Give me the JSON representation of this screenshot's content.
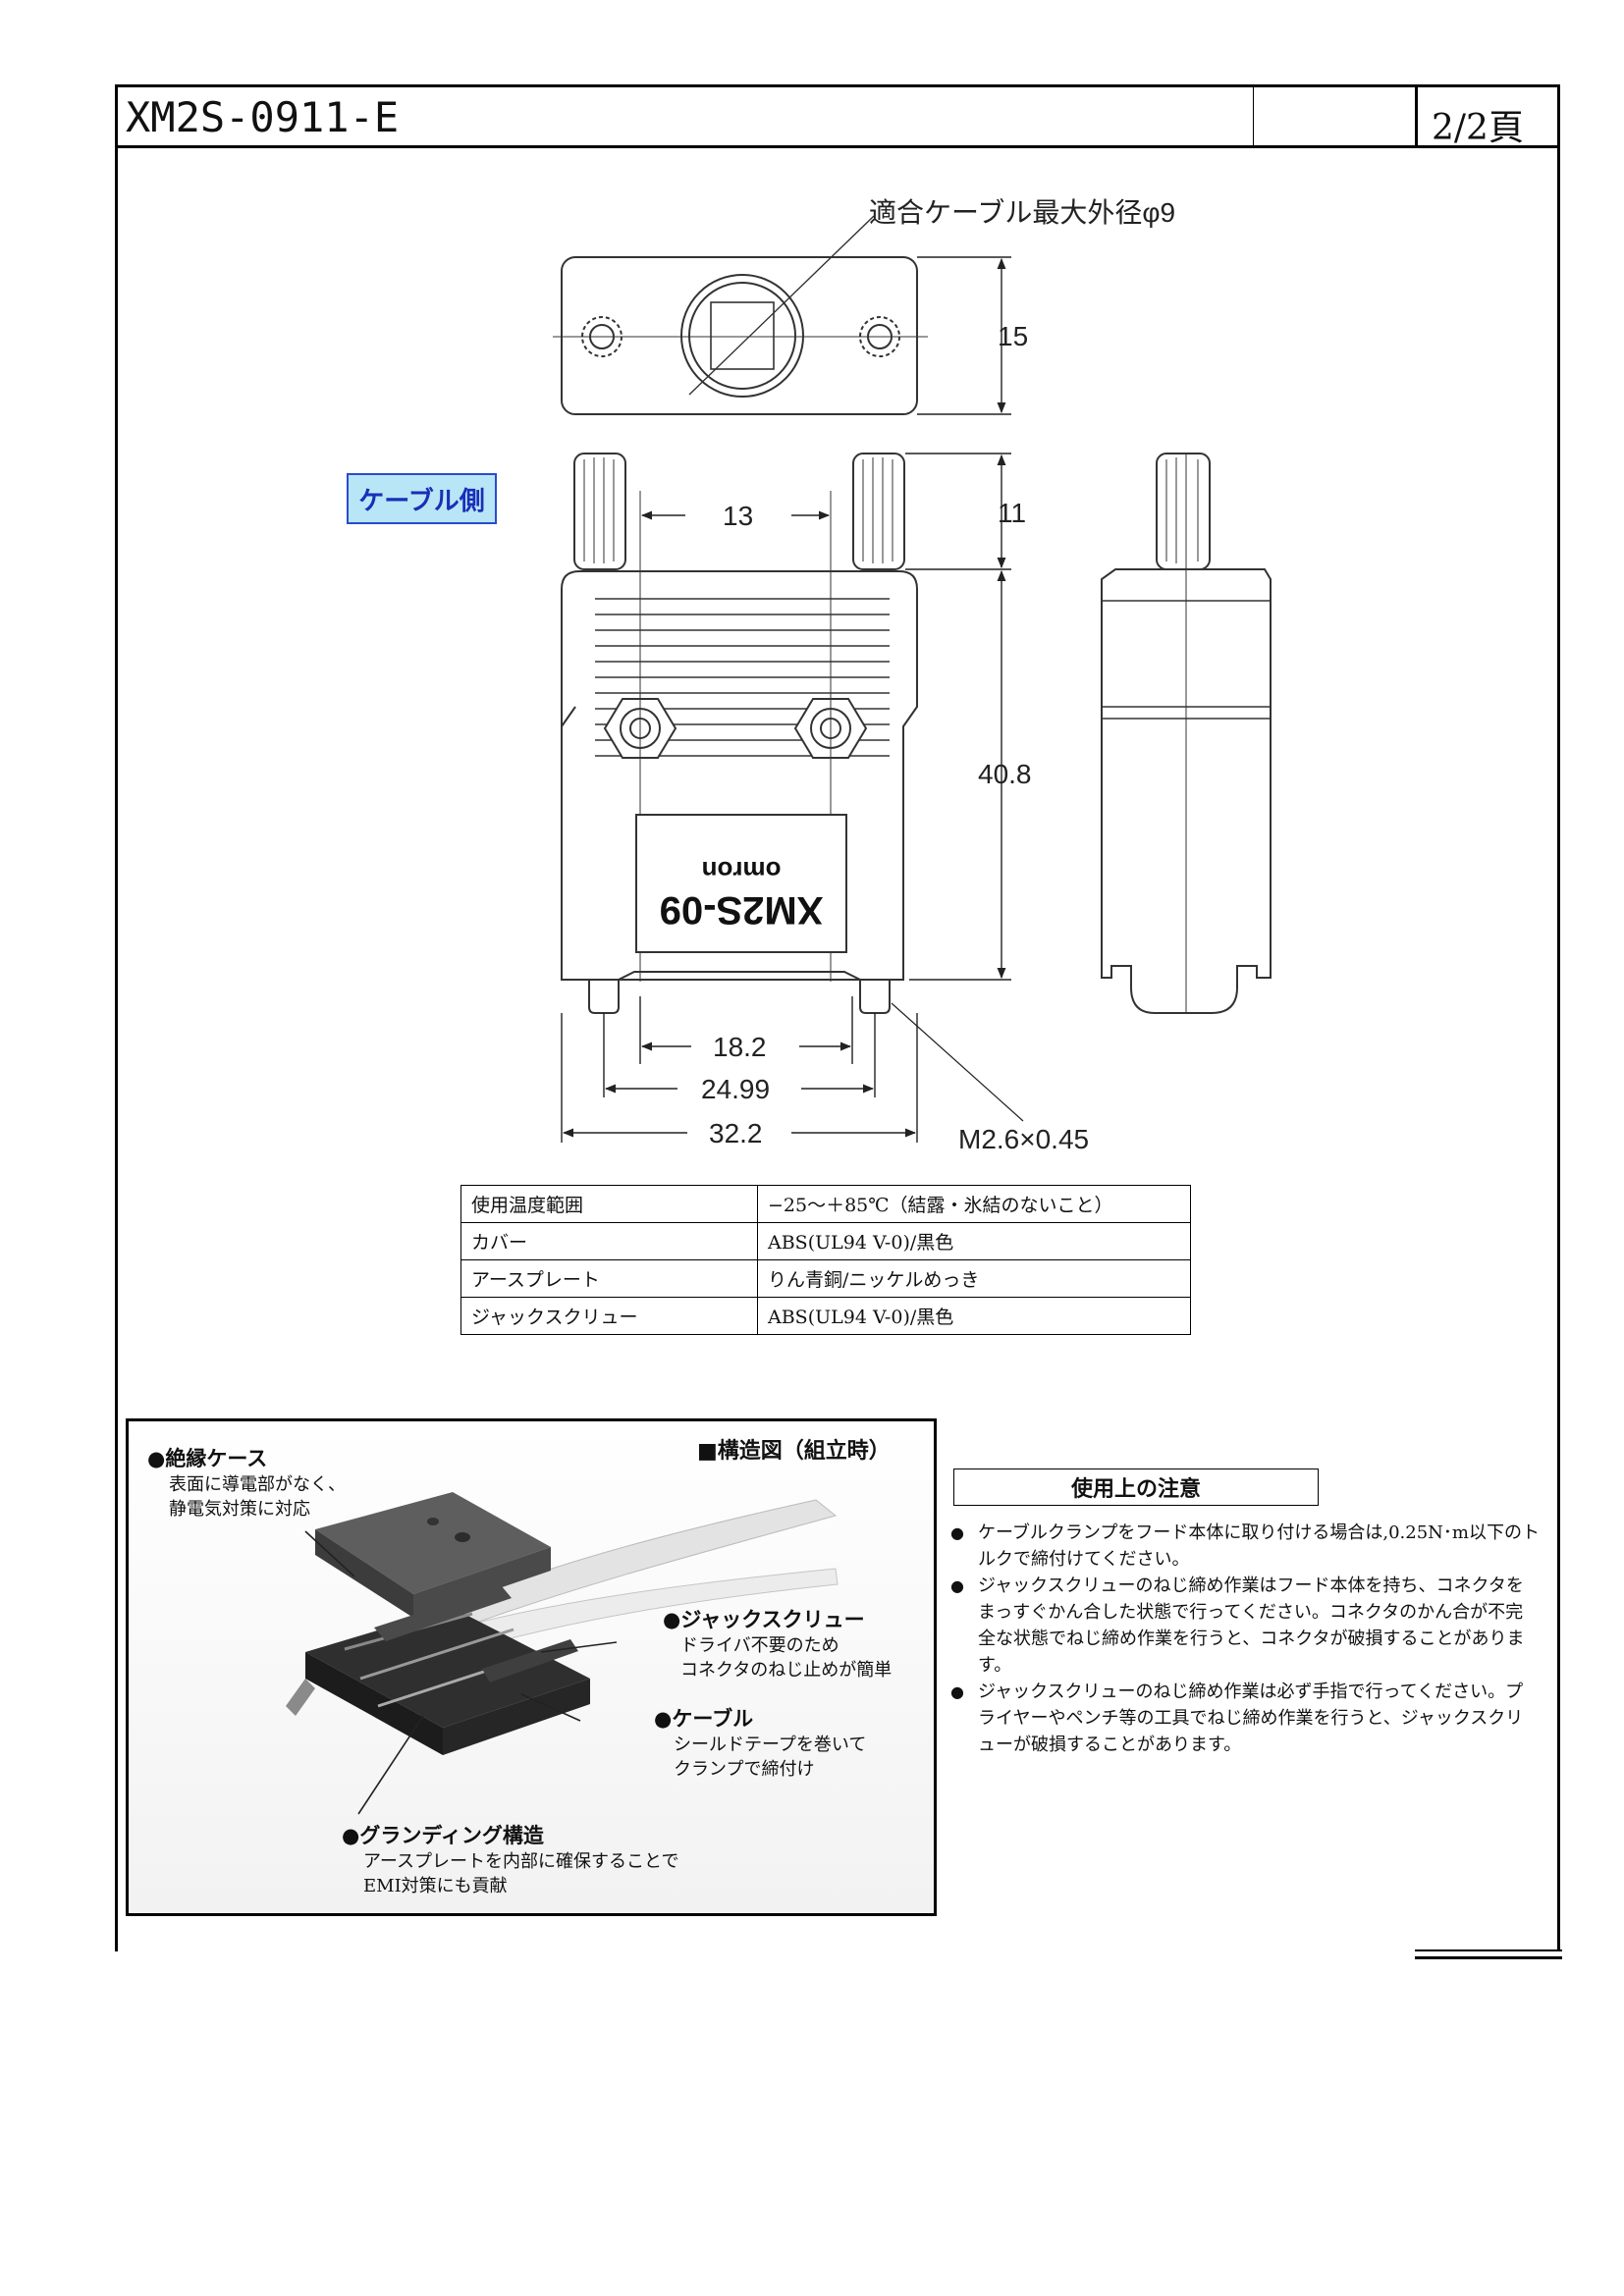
{
  "header": {
    "doc_id": "XM2S-0911-E",
    "page": "2/2頁"
  },
  "drawing": {
    "cable_label": "適合ケーブル最大外径φ9",
    "dims": {
      "d15": "15",
      "d11": "11",
      "d13": "13",
      "d40_8": "40.8",
      "d18_2": "18.2",
      "d24_99": "24.99",
      "d32_2": "32.2",
      "thread": "M2.6×0.45"
    },
    "body_brand": "omron",
    "body_model": "XM2S-09",
    "side_label": "ケーブル側"
  },
  "spec_table": [
    {
      "key": "使用温度範囲",
      "value": "−25〜＋85℃（結露・氷結のないこと）"
    },
    {
      "key": "カバー",
      "value": "ABS(UL94 V-0)/黒色"
    },
    {
      "key": "アースプレート",
      "value": "りん青銅/ニッケルめっき"
    },
    {
      "key": "ジャックスクリュー",
      "value": "ABS(UL94 V-0)/黒色"
    }
  ],
  "structure": {
    "title": "■構造図（組立時）",
    "callouts": [
      {
        "title": "●絶縁ケース",
        "lines": [
          "表面に導電部がなく、",
          "静電気対策に対応"
        ]
      },
      {
        "title": "●ジャックスクリュー",
        "lines": [
          "ドライバ不要のため",
          "コネクタのねじ止めが簡単"
        ]
      },
      {
        "title": "●ケーブル",
        "lines": [
          "シールドテープを巻いて",
          "クランプで締付け"
        ]
      },
      {
        "title": "●グランディング構造",
        "lines": [
          "アースプレートを内部に確保することで",
          "EMI対策にも貢献"
        ]
      }
    ]
  },
  "notes": {
    "title": "使用上の注意",
    "items": [
      "ケーブルクランプをフード本体に取り付ける場合は,0.25N･m以下のトルクで締付けてください。",
      "ジャックスクリューのねじ締め作業はフード本体を持ち、コネクタをまっすぐかん合した状態で行ってください。コネクタのかん合が不完全な状態でねじ締め作業を行うと、コネクタが破損することがあります。",
      "ジャックスクリューのねじ締め作業は必ず手指で行ってください。プライヤーやペンチ等の工具でねじ締め作業を行うと、ジャックスクリューが破損することがあります。"
    ]
  }
}
